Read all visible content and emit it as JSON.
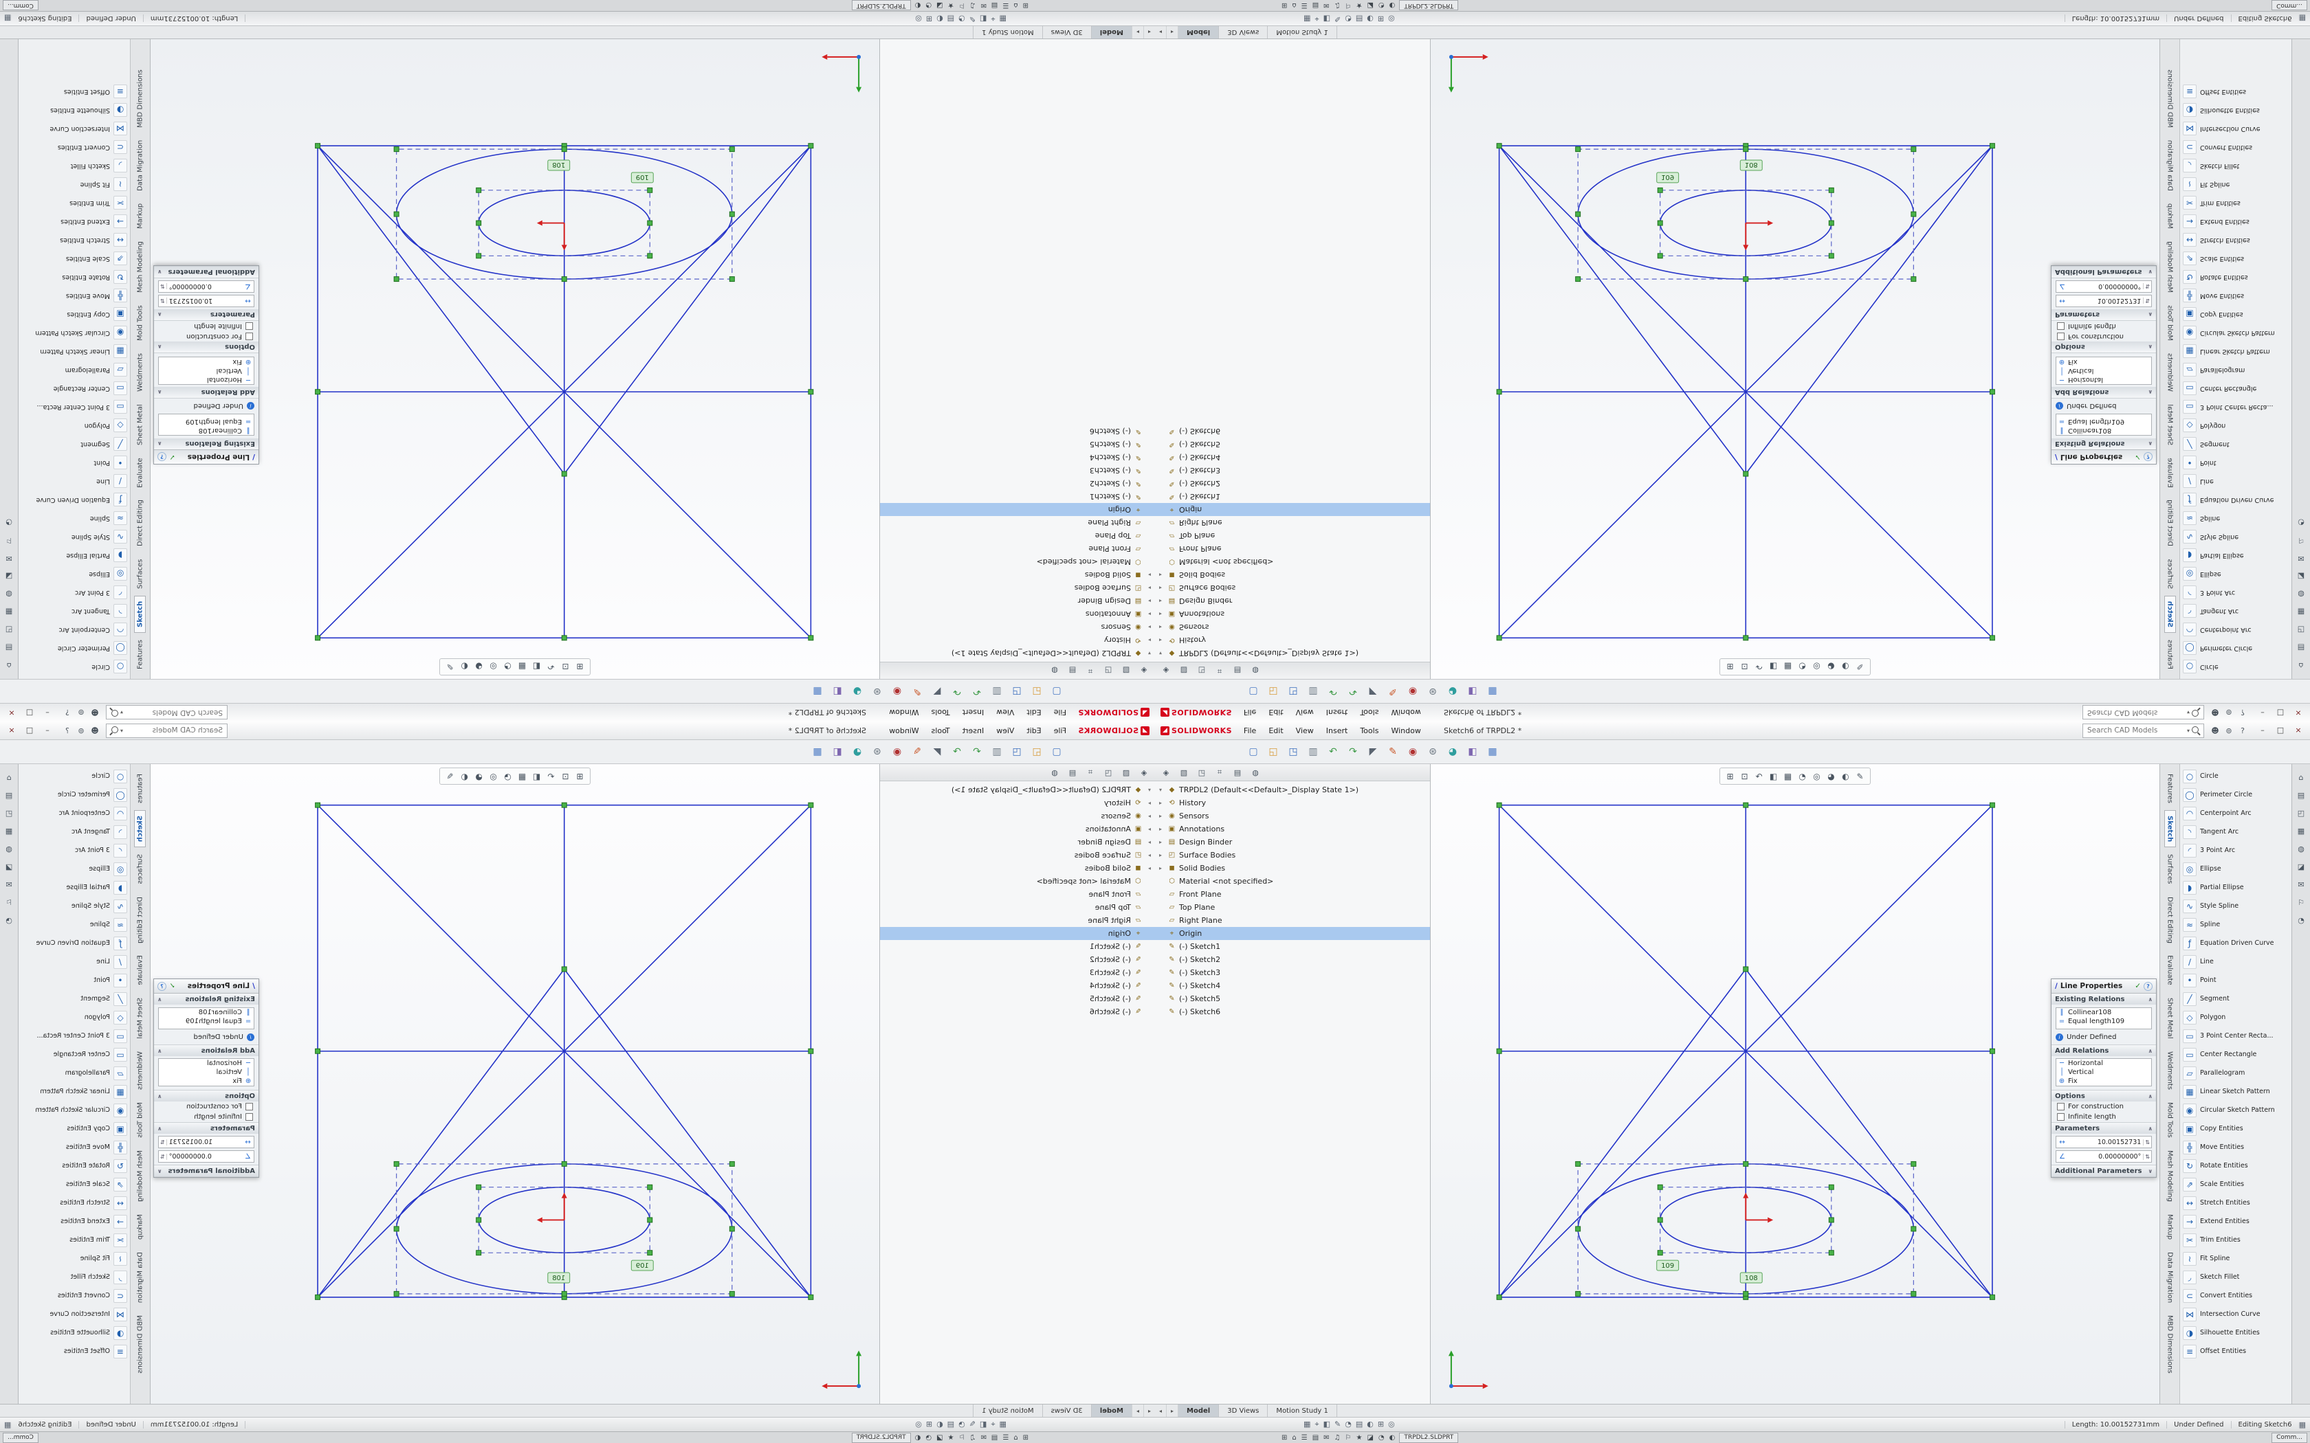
{
  "colors": {
    "accent": "#2a6fd4",
    "selection": "#a9c9ef",
    "sketch_line": "#2433c8",
    "construction_line": "#5a64c8",
    "handle_green": "#49b249",
    "relation_tag_bg": "#d8eed8",
    "logo_red": "#d6001c"
  },
  "menubar": {
    "logo": "SOLIDWORKS",
    "menus": [
      {
        "label": "File"
      },
      {
        "label": "Edit"
      },
      {
        "label": "View"
      },
      {
        "label": "Insert"
      },
      {
        "label": "Tools"
      },
      {
        "label": "Window"
      }
    ],
    "title": "Sketch6 of TRPDL2 *",
    "search_placeholder": "Search CAD Models",
    "right_icons": [
      {
        "name": "user-icon",
        "glyph": "☻"
      },
      {
        "name": "settings-icon",
        "glyph": "⊚"
      },
      {
        "name": "help-icon",
        "glyph": "?"
      }
    ],
    "window_buttons": [
      {
        "name": "minimize-button",
        "glyph": "–"
      },
      {
        "name": "maximize-button",
        "glyph": "□"
      },
      {
        "name": "close-button",
        "glyph": "×"
      }
    ]
  },
  "toolbar": {
    "icons": [
      {
        "name": "new-file-icon",
        "glyph": "▢",
        "color": "#4a79c4"
      },
      {
        "name": "open-file-icon",
        "glyph": "◱",
        "color": "#d79b3a"
      },
      {
        "name": "save-icon",
        "glyph": "◳",
        "color": "#3c6fbe"
      },
      {
        "name": "print-icon",
        "glyph": "▥",
        "color": "#6e7a86"
      },
      {
        "name": "undo-icon",
        "glyph": "↶",
        "color": "#3f9b49"
      },
      {
        "name": "redo-icon",
        "glyph": "↷",
        "color": "#3f9b49"
      },
      {
        "name": "select-icon",
        "glyph": "◤",
        "color": "#5a6470"
      },
      {
        "name": "sketch-icon",
        "glyph": "✎",
        "color": "#c9582a"
      },
      {
        "name": "rebuild-icon",
        "glyph": "◉",
        "color": "#b03030"
      },
      {
        "name": "options-icon",
        "glyph": "⊛",
        "color": "#6b7680"
      },
      {
        "name": "appearance-icon",
        "glyph": "◕",
        "color": "#2f9e9e"
      },
      {
        "name": "section-view-icon",
        "glyph": "◧",
        "color": "#7d66b0"
      },
      {
        "name": "view-settings-icon",
        "glyph": "▦",
        "color": "#4a79c4"
      }
    ]
  },
  "headsup": {
    "icons": [
      {
        "name": "zoom-fit-icon",
        "glyph": "⊞"
      },
      {
        "name": "zoom-area-icon",
        "glyph": "⊡"
      },
      {
        "name": "previous-view-icon",
        "glyph": "↶"
      },
      {
        "name": "section-view-icon",
        "glyph": "◧"
      },
      {
        "name": "view-orientation-icon",
        "glyph": "▦"
      },
      {
        "name": "display-style-icon",
        "glyph": "◔"
      },
      {
        "name": "hide-show-icon",
        "glyph": "◎"
      },
      {
        "name": "appearance-icon",
        "glyph": "◕"
      },
      {
        "name": "scene-icon",
        "glyph": "◐"
      },
      {
        "name": "sketch-visibility-icon",
        "glyph": "✎"
      }
    ]
  },
  "tree_panel": {
    "tabs": [
      {
        "name": "featuremanager-tab",
        "glyph": "◈"
      },
      {
        "name": "propertymanager-tab",
        "glyph": "▧"
      },
      {
        "name": "configuration-tab",
        "glyph": "◳"
      },
      {
        "name": "dimxpert-tab",
        "glyph": "⌗"
      },
      {
        "name": "displaymanager-tab",
        "glyph": "▤"
      },
      {
        "name": "cam-tab",
        "glyph": "◍"
      }
    ],
    "items": [
      {
        "arrow": "▾",
        "glyph": "◆",
        "label": "TRPDL2 (Default<<Default>_Display State 1>)"
      },
      {
        "arrow": "▸",
        "glyph": "⟲",
        "label": "History"
      },
      {
        "arrow": "▸",
        "glyph": "◉",
        "label": "Sensors"
      },
      {
        "arrow": "▸",
        "glyph": "▣",
        "label": "Annotations"
      },
      {
        "arrow": "▸",
        "glyph": "▤",
        "label": "Design Binder"
      },
      {
        "arrow": "▸",
        "glyph": "◰",
        "label": "Surface Bodies"
      },
      {
        "arrow": "▸",
        "glyph": "◼",
        "label": "Solid Bodies"
      },
      {
        "arrow": "",
        "glyph": "⬡",
        "label": "Material <not specified>"
      },
      {
        "arrow": "",
        "glyph": "▱",
        "label": "Front Plane"
      },
      {
        "arrow": "",
        "glyph": "▱",
        "label": "Top Plane"
      },
      {
        "arrow": "",
        "glyph": "▱",
        "label": "Right Plane"
      },
      {
        "arrow": "",
        "glyph": "⌖",
        "label": "Origin",
        "selected": true
      },
      {
        "arrow": "",
        "glyph": "✎",
        "label": "(-) Sketch1"
      },
      {
        "arrow": "",
        "glyph": "✎",
        "label": "(-) Sketch2"
      },
      {
        "arrow": "",
        "glyph": "✎",
        "label": "(-) Sketch3"
      },
      {
        "arrow": "",
        "glyph": "✎",
        "label": "(-) Sketch4"
      },
      {
        "arrow": "",
        "glyph": "✎",
        "label": "(-) Sketch5"
      },
      {
        "arrow": "",
        "glyph": "✎",
        "label": "(-) Sketch6"
      }
    ]
  },
  "graphics": {
    "relation_tags": [
      {
        "label": "109"
      },
      {
        "label": "108"
      }
    ]
  },
  "prop_panel": {
    "title": "Line Properties",
    "header_icon": "∕",
    "sections": {
      "existing_relations": {
        "title": "Existing Relations",
        "items": [
          {
            "glyph": "∥",
            "label": "Collinear108"
          },
          {
            "glyph": "=",
            "label": "Equal length109"
          }
        ],
        "status_label": "Under Defined"
      },
      "add_relations": {
        "title": "Add Relations",
        "items": [
          {
            "glyph": "─",
            "label": "Horizontal"
          },
          {
            "glyph": "│",
            "label": "Vertical"
          },
          {
            "glyph": "⊕",
            "label": "Fix"
          }
        ]
      },
      "options": {
        "title": "Options",
        "checkboxes": [
          {
            "label": "For construction"
          },
          {
            "label": "Infinite length"
          }
        ]
      },
      "parameters": {
        "title": "Parameters",
        "fields": [
          {
            "glyph": "↔",
            "value": "10.00152731"
          },
          {
            "glyph": "∠",
            "value": "0.00000000°"
          }
        ]
      },
      "additional": {
        "title": "Additional Parameters"
      }
    }
  },
  "cmd_tabs": {
    "items": [
      {
        "label": "Features"
      },
      {
        "label": "Sketch",
        "active": true
      },
      {
        "label": "Surfaces"
      },
      {
        "label": "Direct Editing"
      },
      {
        "label": "Evaluate"
      },
      {
        "label": "Sheet Metal"
      },
      {
        "label": "Weldments"
      },
      {
        "label": "Mold Tools"
      },
      {
        "label": "Mesh Modeling"
      },
      {
        "label": "Markup"
      },
      {
        "label": "Data Migration"
      },
      {
        "label": "MBD Dimensions"
      }
    ]
  },
  "tools": {
    "items": [
      {
        "name": "circle-tool",
        "glyph": "○",
        "label": "Circle"
      },
      {
        "name": "perimeter-circle-tool",
        "glyph": "◯",
        "label": "Perimeter Circle"
      },
      {
        "name": "centerpoint-arc-tool",
        "glyph": "◠",
        "label": "Centerpoint Arc"
      },
      {
        "name": "tangent-arc-tool",
        "glyph": "◝",
        "label": "Tangent Arc"
      },
      {
        "name": "three-point-arc-tool",
        "glyph": "◜",
        "label": "3 Point Arc"
      },
      {
        "name": "ellipse-tool",
        "glyph": "◎",
        "label": "Ellipse"
      },
      {
        "name": "partial-ellipse-tool",
        "glyph": "◗",
        "label": "Partial Ellipse"
      },
      {
        "name": "style-spline-tool",
        "glyph": "∿",
        "label": "Style Spline"
      },
      {
        "name": "spline-tool",
        "glyph": "≈",
        "label": "Spline"
      },
      {
        "name": "equation-driven-curve-tool",
        "glyph": "ƒ",
        "label": "Equation Driven Curve"
      },
      {
        "name": "line-tool",
        "glyph": "∕",
        "label": "Line"
      },
      {
        "name": "point-tool",
        "glyph": "•",
        "label": "Point"
      },
      {
        "name": "segment-tool",
        "glyph": "╱",
        "label": "Segment"
      },
      {
        "name": "polygon-tool",
        "glyph": "◇",
        "label": "Polygon"
      },
      {
        "name": "three-point-center-rectangle-tool",
        "glyph": "▭",
        "label": "3 Point Center Recta..."
      },
      {
        "name": "center-rectangle-tool",
        "glyph": "▭",
        "label": "Center Rectangle"
      },
      {
        "name": "parallelogram-tool",
        "glyph": "▱",
        "label": "Parallelogram"
      },
      {
        "name": "linear-sketch-pattern-tool",
        "glyph": "▦",
        "label": "Linear Sketch Pattern"
      },
      {
        "name": "circular-sketch-pattern-tool",
        "glyph": "◉",
        "label": "Circular Sketch Pattern"
      },
      {
        "name": "copy-entities-tool",
        "glyph": "▣",
        "label": "Copy Entities"
      },
      {
        "name": "move-entities-tool",
        "glyph": "╬",
        "label": "Move Entities"
      },
      {
        "name": "rotate-entities-tool",
        "glyph": "↻",
        "label": "Rotate Entities"
      },
      {
        "name": "scale-entities-tool",
        "glyph": "⇗",
        "label": "Scale Entities"
      },
      {
        "name": "stretch-entities-tool",
        "glyph": "↔",
        "label": "Stretch Entities"
      },
      {
        "name": "extend-entities-tool",
        "glyph": "→",
        "label": "Extend Entities"
      },
      {
        "name": "trim-entities-tool",
        "glyph": "✂",
        "label": "Trim Entities"
      },
      {
        "name": "fit-spline-tool",
        "glyph": "≀",
        "label": "Fit Spline"
      },
      {
        "name": "sketch-fillet-tool",
        "glyph": "◞",
        "label": "Sketch Fillet"
      },
      {
        "name": "convert-entities-tool",
        "glyph": "⊂",
        "label": "Convert Entities"
      },
      {
        "name": "intersection-curve-tool",
        "glyph": "⋈",
        "label": "Intersection Curve"
      },
      {
        "name": "silhouette-entities-tool",
        "glyph": "◑",
        "label": "Silhouette Entities"
      },
      {
        "name": "offset-entities-tool",
        "glyph": "≡",
        "label": "Offset Entities"
      }
    ]
  },
  "task_pane": {
    "icons": [
      {
        "name": "home-icon",
        "glyph": "⌂"
      },
      {
        "name": "design-library-icon",
        "glyph": "▤"
      },
      {
        "name": "file-explorer-icon",
        "glyph": "◰"
      },
      {
        "name": "view-palette-icon",
        "glyph": "▦"
      },
      {
        "name": "appearances-icon",
        "glyph": "◍"
      },
      {
        "name": "scenes-icon",
        "glyph": "◪"
      },
      {
        "name": "custom-properties-icon",
        "glyph": "✉"
      },
      {
        "name": "forum-icon",
        "glyph": "⚐"
      },
      {
        "name": "recovery-icon",
        "glyph": "◔"
      }
    ]
  },
  "doc_tabs": {
    "items": [
      {
        "label": "Model",
        "active": true
      },
      {
        "label": "3D Views"
      },
      {
        "label": "Motion Study 1"
      }
    ]
  },
  "status_bar": {
    "icons": [
      {
        "name": "grid-snap-icon",
        "glyph": "▦"
      },
      {
        "name": "origin-icon",
        "glyph": "⌖"
      },
      {
        "name": "section-icon",
        "glyph": "◧"
      },
      {
        "name": "sketch-mode-icon",
        "glyph": "✎"
      },
      {
        "name": "display-icon",
        "glyph": "◔"
      },
      {
        "name": "notes-icon",
        "glyph": "▤"
      },
      {
        "name": "shade-icon",
        "glyph": "◐"
      },
      {
        "name": "tile-icon",
        "glyph": "⊞"
      },
      {
        "name": "target-icon",
        "glyph": "◎"
      }
    ],
    "length": "Length: 10.00152731mm",
    "state": "Under Defined",
    "mode": "Editing Sketch6",
    "grid_glyph": "▦"
  },
  "taskbar": {
    "icons": [
      {
        "name": "start-icon",
        "glyph": "⊞"
      },
      {
        "name": "home-icon",
        "glyph": "⌂"
      },
      {
        "name": "menu-icon",
        "glyph": "☰"
      },
      {
        "name": "files-icon",
        "glyph": "▤"
      },
      {
        "name": "mail-icon",
        "glyph": "✉"
      },
      {
        "name": "media-icon",
        "glyph": "♫"
      },
      {
        "name": "flag-icon",
        "glyph": "⚐"
      },
      {
        "name": "star-icon",
        "glyph": "★"
      },
      {
        "name": "window-icon",
        "glyph": "◪"
      },
      {
        "name": "clock-icon",
        "glyph": "◔"
      },
      {
        "name": "contrast-icon",
        "glyph": "◐"
      }
    ],
    "app_label": "TRPDL2.SLDPRT",
    "corner_label": "Comm..."
  }
}
